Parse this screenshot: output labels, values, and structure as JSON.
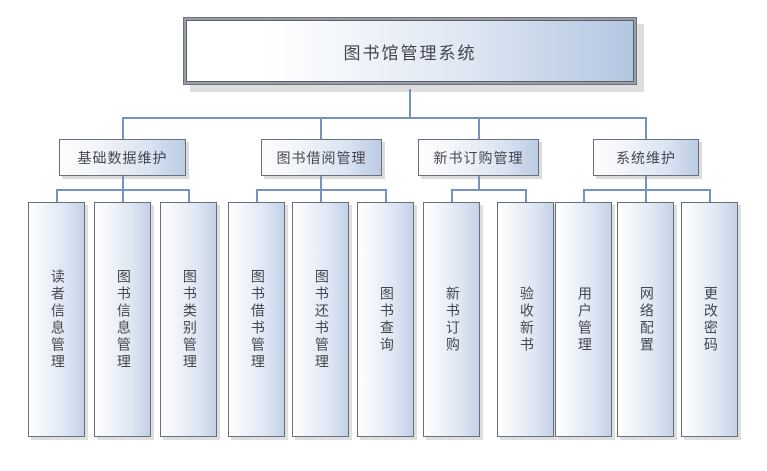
{
  "diagram": {
    "type": "tree-hierarchy",
    "title": "图书馆管理系统",
    "root": {
      "label": "图书馆管理系统"
    },
    "level2": [
      {
        "label": "基础数据维护"
      },
      {
        "label": "图书借阅管理"
      },
      {
        "label": "新书订购管理"
      },
      {
        "label": "系统维护"
      }
    ],
    "leaves": [
      {
        "label": "读者信息管理",
        "parent": "基础数据维护"
      },
      {
        "label": "图书信息管理",
        "parent": "基础数据维护"
      },
      {
        "label": "图书类别管理",
        "parent": "基础数据维护"
      },
      {
        "label": "图书借书管理",
        "parent": "图书借阅管理"
      },
      {
        "label": "图书还书管理",
        "parent": "图书借阅管理"
      },
      {
        "label": "图书查询",
        "parent": "图书借阅管理"
      },
      {
        "label": "新书订购",
        "parent": "新书订购管理"
      },
      {
        "label": "验收新书",
        "parent": "新书订购管理"
      },
      {
        "label": "用户管理",
        "parent": "系统维护"
      },
      {
        "label": "网络配置",
        "parent": "系统维护"
      },
      {
        "label": "更改密码",
        "parent": "系统维护"
      }
    ],
    "colors": {
      "connector": "#7492c4",
      "box_border": "#6b7078",
      "box_fill_light": "#ffffff",
      "box_fill_dark": "#bccce5",
      "text": "#45474f",
      "background": "#ffffff"
    }
  }
}
